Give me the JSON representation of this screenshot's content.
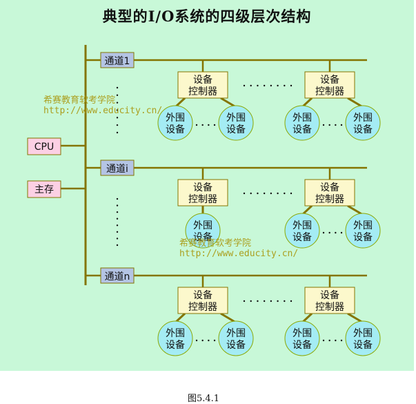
{
  "title": "典型的I/O系统的四级层次结构",
  "caption": "图5.4.1",
  "host": {
    "cpu_label": "CPU",
    "memory_label": "主存"
  },
  "channels": [
    {
      "label": "通道1",
      "controllers": [
        {
          "line1": "设备",
          "line2": "控制器",
          "devices": 2
        },
        {
          "line1": "设备",
          "line2": "控制器",
          "devices": 2
        }
      ]
    },
    {
      "label": "通道i",
      "controllers": [
        {
          "line1": "设备",
          "line2": "控制器",
          "devices": 1
        },
        {
          "line1": "设备",
          "line2": "控制器",
          "devices": 2
        }
      ]
    },
    {
      "label": "通道n",
      "controllers": [
        {
          "line1": "设备",
          "line2": "控制器",
          "devices": 2
        },
        {
          "line1": "设备",
          "line2": "控制器",
          "devices": 2
        }
      ]
    }
  ],
  "device": {
    "line1": "外围",
    "line2": "设备"
  },
  "watermarks": [
    {
      "line1": "希赛教育软考学院",
      "line2": "http://www.educity.cn/"
    },
    {
      "line1": "希赛教育软考学院",
      "line2": "http://www.educity.cn/"
    }
  ],
  "colors": {
    "background": "#c8f8d8",
    "line": "#847400",
    "host_box": "#fcd0e4",
    "channel_box": "#b4c4e4",
    "controller_box": "#fcf8cc",
    "device_circle": "#a4ecf4",
    "watermark": "#a8960c"
  }
}
